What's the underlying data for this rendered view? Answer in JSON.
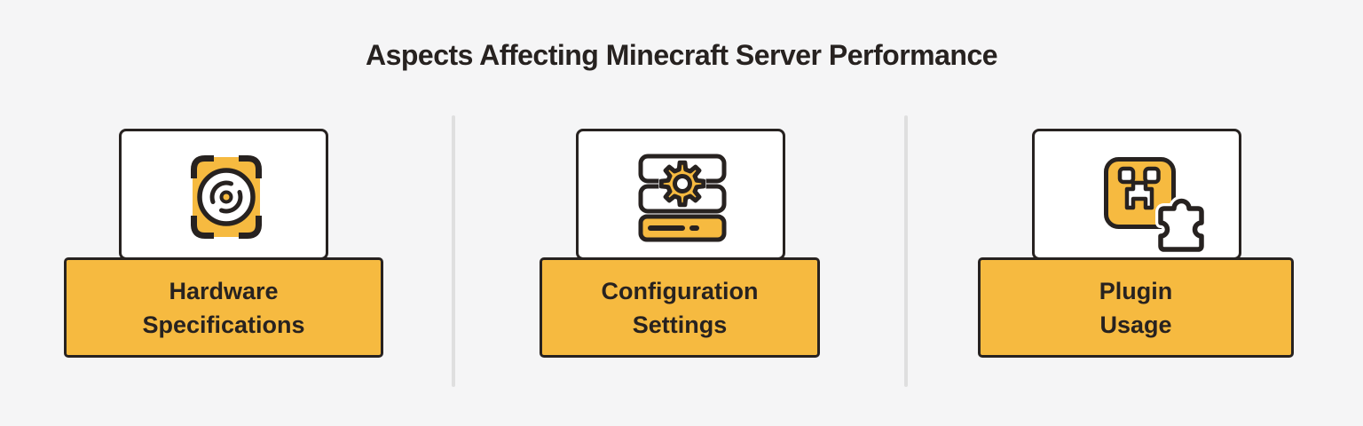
{
  "title": "Aspects Affecting Minecraft Server Performance",
  "theme": {
    "bg": "#f5f5f6",
    "surface": "#ffffff",
    "accent": "#f6ba40",
    "ink": "#272220",
    "divider": "#dfdfdf"
  },
  "cards": [
    {
      "id": "hardware",
      "icon": "hard-drive-icon",
      "label_line1": "Hardware",
      "label_line2": "Specifications"
    },
    {
      "id": "configuration",
      "icon": "server-gear-icon",
      "label_line1": "Configuration",
      "label_line2": "Settings"
    },
    {
      "id": "plugin",
      "icon": "creeper-puzzle-icon",
      "label_line1": "Plugin",
      "label_line2": "Usage"
    }
  ]
}
